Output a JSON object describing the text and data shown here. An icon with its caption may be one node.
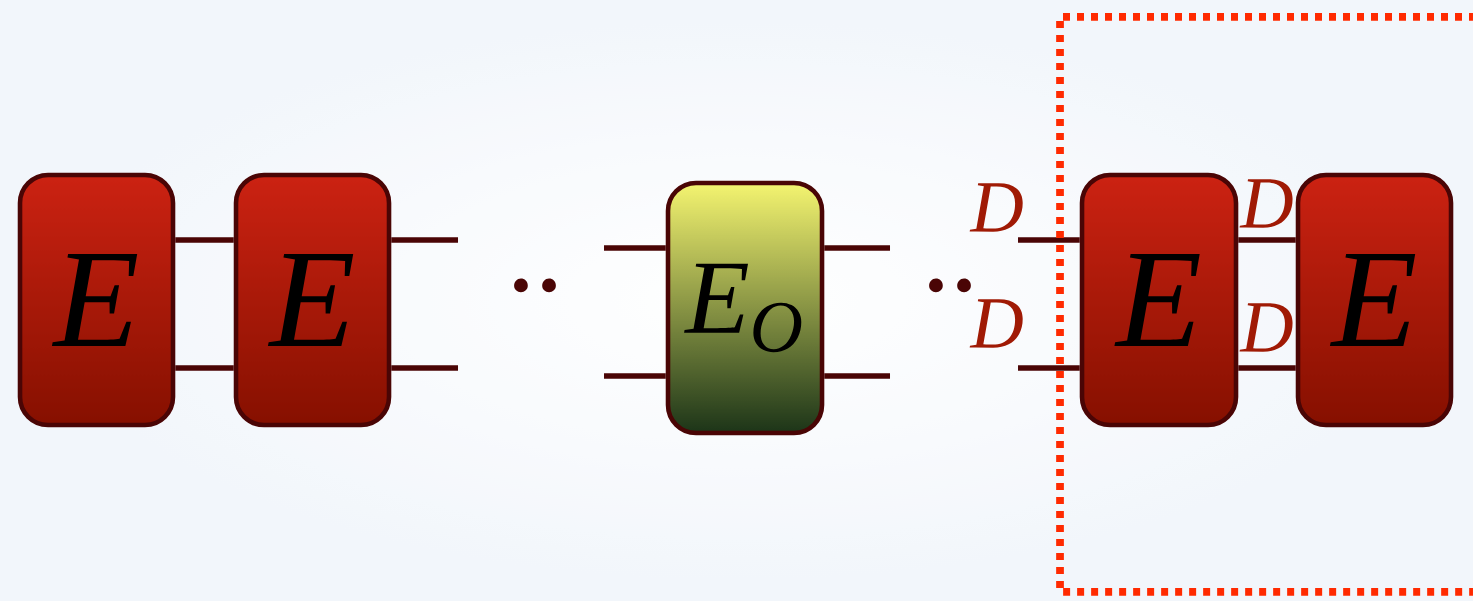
{
  "diagram": {
    "nodes": [
      {
        "text": [
          "E"
        ]
      },
      {
        "text": [
          "E"
        ]
      },
      {
        "text": [
          "E$_{O}$"
        ]
      },
      {
        "text": [
          "E"
        ]
      },
      {
        "text": [
          "E"
        ]
      }
    ],
    "edges": [
      {
        "from": 0,
        "to": 1,
        "arrow": "none"
      },
      {
        "from": 0,
        "to": 1,
        "arrow": "none"
      },
      {
        "from": 1,
        "to": null,
        "arrow": "none"
      },
      {
        "from": 1,
        "to": null,
        "arrow": "none"
      },
      {
        "from": 2,
        "to": null,
        "arrow": "none"
      },
      {
        "from": 2,
        "to": null,
        "arrow": "none"
      },
      {
        "from": 2,
        "to": null,
        "arrow": "none"
      },
      {
        "from": 2,
        "to": null,
        "arrow": "none"
      },
      {
        "from": 3,
        "to": null,
        "arrow": "none",
        "label": "D"
      },
      {
        "from": 3,
        "to": null,
        "arrow": "none",
        "label": "D"
      },
      {
        "from": 3,
        "to": 4,
        "arrow": "none",
        "label": "D"
      },
      {
        "from": 3,
        "to": 4,
        "arrow": "none",
        "label": "D"
      }
    ],
    "labels": [
      "··",
      "··"
    ]
  }
}
